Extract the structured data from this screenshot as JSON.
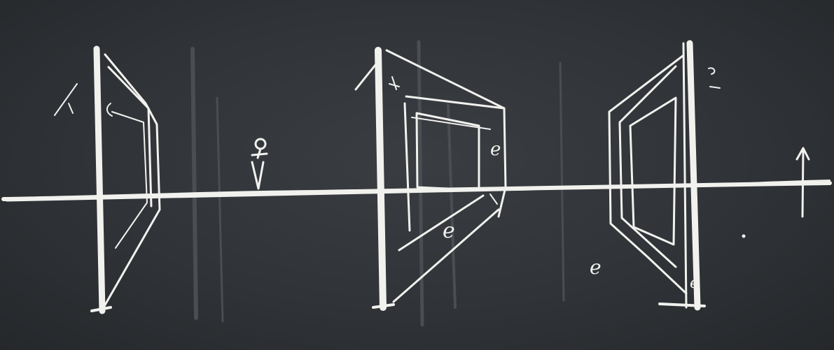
{
  "scene": {
    "kind": "chalkboard sketch",
    "board_color": "#2c2f33",
    "chalk_color": "#f1f1ee",
    "letters": {
      "left_mid": "e",
      "center_inner": "e",
      "center_lower": "e",
      "right_lower": "e"
    }
  }
}
